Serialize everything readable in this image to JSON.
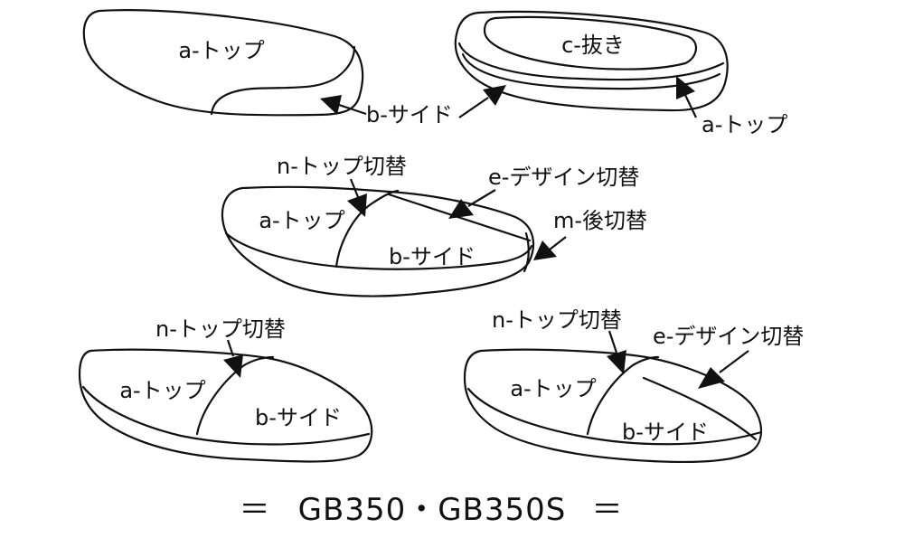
{
  "labels": {
    "d1_top": "a-トップ",
    "d1_side": "b-サイド",
    "d2_center": "c-抜き",
    "d2_top": "a-トップ",
    "d3_ntop": "n-トップ切替",
    "d3_edesign": "e-デザイン切替",
    "d3_mrear": "m-後切替",
    "d3_top": "a-トップ",
    "d3_side": "b-サイド",
    "d4_ntop": "n-トップ切替",
    "d4_top": "a-トップ",
    "d4_side": "b-サイド",
    "d5_ntop": "n-トップ切替",
    "d5_edesign": "e-デザイン切替",
    "d5_top": "a-トップ",
    "d5_side": "b-サイド"
  },
  "footer": {
    "left_mark": "＝",
    "models": "GB350・GB350S",
    "right_mark": "＝"
  },
  "colors": {
    "line": "#111111",
    "background": "#ffffff"
  }
}
